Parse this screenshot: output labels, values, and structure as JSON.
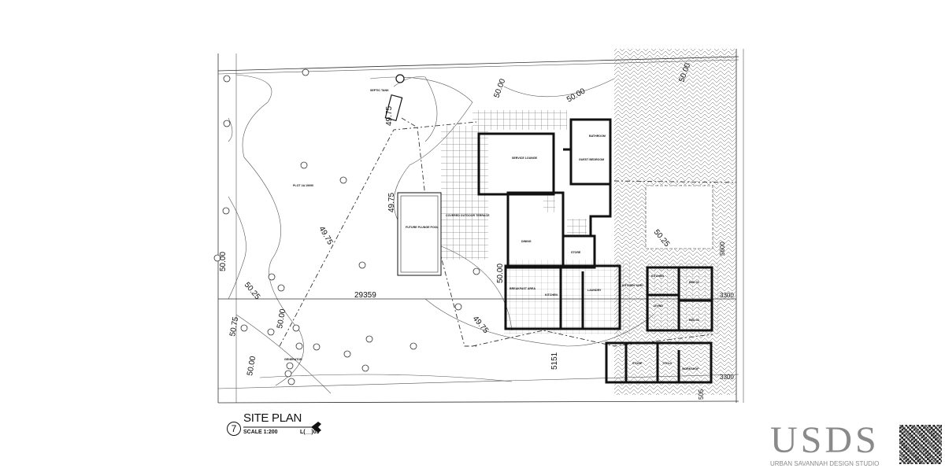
{
  "drawing": {
    "number": "7",
    "title": "SITE PLAN",
    "scale": "SCALE 1:200",
    "sheet_ref": "L(__)03"
  },
  "dimensions": {
    "width_total": "29359",
    "side_depth": "5151",
    "right_offset": "3300",
    "right_offset_2": "3300",
    "bottom_offset": "505",
    "vertical_right": "5600"
  },
  "levels": [
    "50.00",
    "49.75",
    "50.00",
    "49.75",
    "49.75",
    "50.00",
    "50.25",
    "50.75",
    "50.00",
    "50.00",
    "49.75",
    "50.25",
    "50.00",
    "50.00"
  ],
  "labels": {
    "plot": "PLOT 2A 19090",
    "pool": "FUTURE PLUNGE POOL",
    "terrace": "COVERED OUTDOOR TERRACE",
    "lounge": "SERVICE LOUNGE",
    "guest_bedroom": "GUEST BEDROOM",
    "bathroom": "BATHROOM",
    "dining": "DINING",
    "store": "STORE",
    "breakfast": "BREAKFAST AREA",
    "kitchen": "KITCHEN",
    "laundry": "LAUNDRY",
    "kitchen_yard": "KITCHEN YARD",
    "staff_kitchen": "KITCHEN",
    "staff_bed1": "BED 01",
    "staff_bed2": "BED 02",
    "staff_living": "LIVING",
    "store2": "STORE",
    "tools": "TOOLS",
    "workshop": "WORKSHOP",
    "generator": "GENERATOR",
    "septic": "SEPTIC TANK"
  },
  "brand": {
    "logo": "USDS",
    "name": "URBAN SAVANNAH DESIGN STUDIO"
  }
}
